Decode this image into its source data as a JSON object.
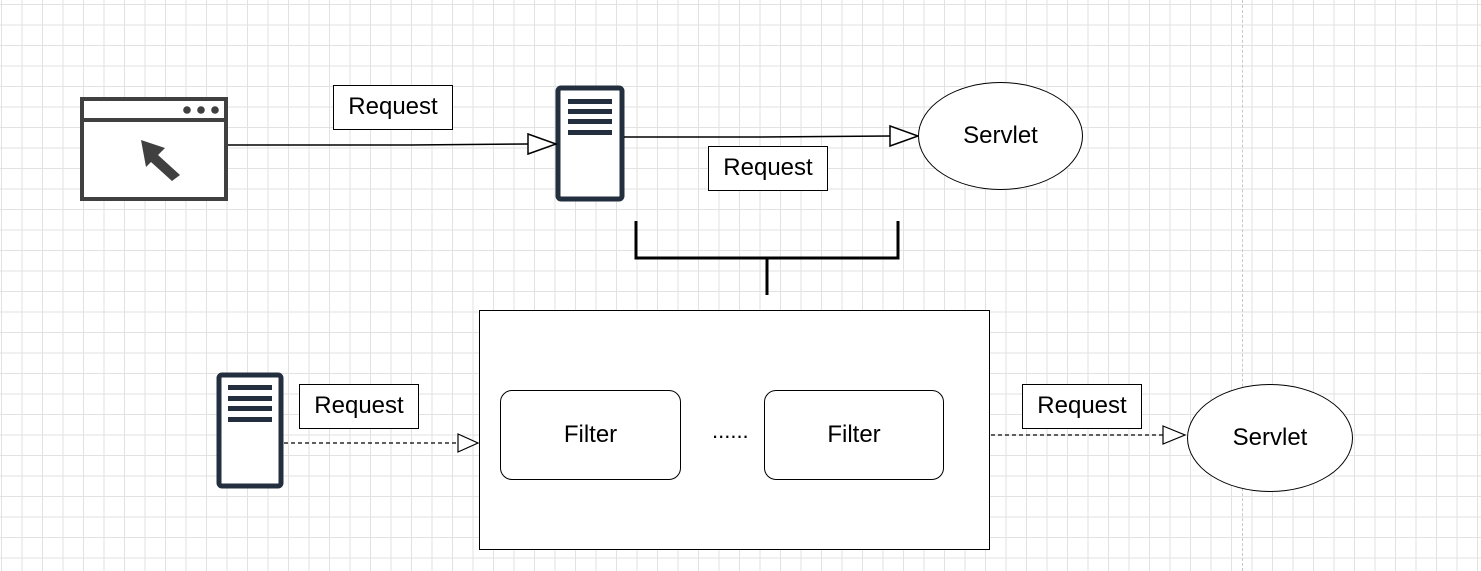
{
  "diagram": {
    "labels": {
      "top_request_1": "Request",
      "top_request_2": "Request",
      "bottom_request_1": "Request",
      "bottom_request_2": "Request"
    },
    "nodes": {
      "top_servlet": "Servlet",
      "bottom_servlet": "Servlet",
      "filter_1": "Filter",
      "filter_ellipsis": "......",
      "filter_2": "Filter"
    },
    "icons": {
      "browser": "browser-window-cursor-icon",
      "server": "server-icon"
    },
    "colors": {
      "icon_browser": "#404040",
      "icon_server": "#232f3e",
      "stroke": "#000000",
      "grid": "#e2e2e2"
    }
  }
}
